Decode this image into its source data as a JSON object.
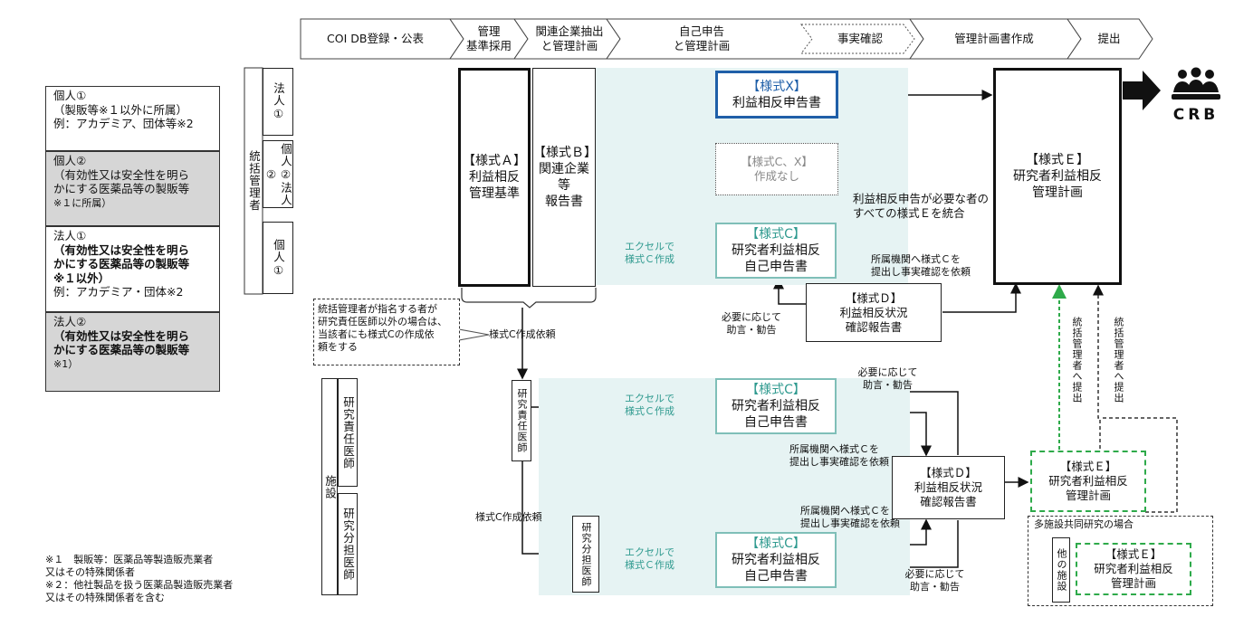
{
  "flow_steps": [
    "COI DB登録・公表",
    "管理\n基準採用",
    "関連企業抽出\nと管理計画",
    "自己申告\nと管理計画",
    "事実確認",
    "管理計画書作成",
    "提出"
  ],
  "legend": {
    "kojin1": {
      "title": "個人①",
      "line1": "（製販等※１以外に所属）",
      "line2": "例：アカデミア、団体等※2"
    },
    "kojin2": {
      "title": "個人②",
      "line1": "（有効性又は安全性を明ら",
      "line2": "かにする医薬品等の製販等",
      "line3": "※１に所属）"
    },
    "houjin1": {
      "title": "法人①",
      "line1": "（有効性又は安全性を明ら",
      "line2": "かにする医薬品等の製販等",
      "line3": "※１以外）",
      "line4": "例：アカデミア・団体※2"
    },
    "houjin2": {
      "title": "法人②",
      "line1": "（有効性又は安全性を明ら",
      "line2": "かにする医薬品等の製販等",
      "line3": "※1）"
    }
  },
  "footnotes": [
    "※１　製販等：医薬品等製造販売業者",
    "又はその特殊関係者",
    "※２：他社製品を扱う医薬品製造販売業者",
    "又はその特殊関係者を含む"
  ],
  "roles": {
    "toukatsu": "統括管理者",
    "houjin1": "法人①",
    "kojin2_houjin2": "個人②法人②",
    "kojin1": "個人①",
    "shisetsu": "施設",
    "kenkyu_sekinin": "研究責任医師",
    "kenkyu_buntan": "研究分担医師",
    "kenkyu_sekinin_col": "研究責任医師",
    "kenkyu_buntan_col": "研究分担医師",
    "other_shisetsu": "他の施設"
  },
  "forms": {
    "a_title": "【様式Ａ】",
    "a_body": "利益相反\n管理基準",
    "b_title": "【様式Ｂ】",
    "b_body": "関連企業等\n報告書",
    "x_title": "【様式X】",
    "x_body": "利益相反申告書",
    "none_title": "【様式C、X】",
    "none_body": "作成なし",
    "c_title": "【様式C】",
    "c_body": "研究者利益相反\n自己申告書",
    "d_title": "【様式Ｄ】",
    "d_body": "利益相反状況\n確認報告書",
    "e_title": "【様式Ｅ】",
    "e_body": "研究者利益相反\n管理計画",
    "e_small_title": "【様式Ｅ】",
    "e_small_body": "研究者利益相反\n管理計画"
  },
  "labels": {
    "excel": "エクセルで\n様式Ｃ作成",
    "integrate": "利益相反申告が必要な者の\nすべての様式Ｅを統合",
    "submit_fact": "所属機関へ様式Ｃを\n提出し事実確認を依頼",
    "advice": "必要に応じて\n助言・勧告",
    "request_c": "様式C作成依頼",
    "note": "統括管理者が指名する者が\n研究責任医師以外の場合は、\n当該者にも様式Cの作成依\n頼をする",
    "to_toukatsu": "統括管理者へ提出",
    "multi": "多施設共同研究の場合",
    "crb": "CRB"
  },
  "colors": {
    "teal": "#7fbfb8",
    "blue": "#1f5fa8",
    "green": "#2eaa4a",
    "shade": "#e6f3f3",
    "legend_gray": "#d6d6d6"
  }
}
